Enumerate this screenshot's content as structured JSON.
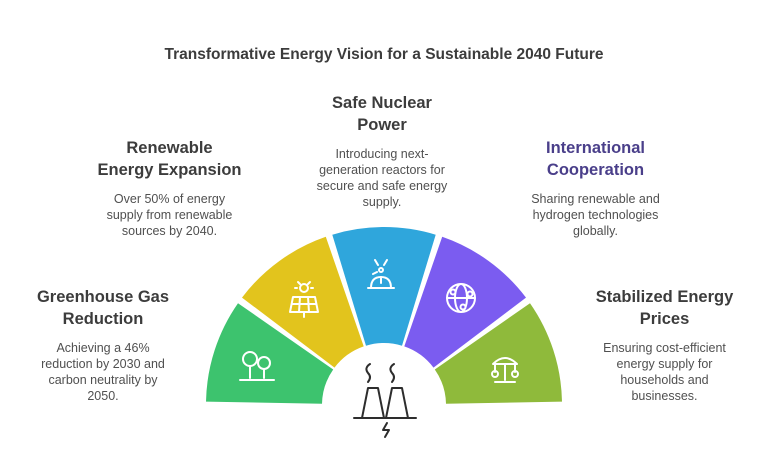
{
  "title": "Transformative Energy Vision for a Sustainable 2040 Future",
  "segments": [
    {
      "heading": [
        "Greenhouse Gas",
        "Reduction"
      ],
      "body": [
        "Achieving a 46%",
        "reduction by 2030 and",
        "carbon neutrality by",
        "2050."
      ],
      "color": "#3dc36e",
      "icon": "trees-icon"
    },
    {
      "heading": [
        "Renewable",
        "Energy Expansion"
      ],
      "body": [
        "Over 50% of energy",
        "supply from renewable",
        "sources by 2040."
      ],
      "color": "#e2c41d",
      "icon": "solar-panel-icon"
    },
    {
      "heading": [
        "Safe Nuclear",
        "Power"
      ],
      "body": [
        "Introducing next-",
        "generation reactors for",
        "secure and safe energy",
        "supply."
      ],
      "color": "#2fa6dc",
      "icon": "radiation-helmet-icon"
    },
    {
      "heading": [
        "International",
        "Cooperation"
      ],
      "body": [
        "Sharing renewable and",
        "hydrogen technologies",
        "globally."
      ],
      "color": "#7b5cf0",
      "icon": "network-globe-icon"
    },
    {
      "heading": [
        "Stabilized Energy",
        "Prices"
      ],
      "body": [
        "Ensuring cost-efficient",
        "energy supply for",
        "households and",
        "businesses."
      ],
      "color": "#8fba3b",
      "icon": "balance-scale-icon"
    }
  ],
  "center_icon": "power-plant-icon",
  "colors": {
    "title": "#3c3c3c",
    "heading_purple": "#4a3f8a"
  }
}
